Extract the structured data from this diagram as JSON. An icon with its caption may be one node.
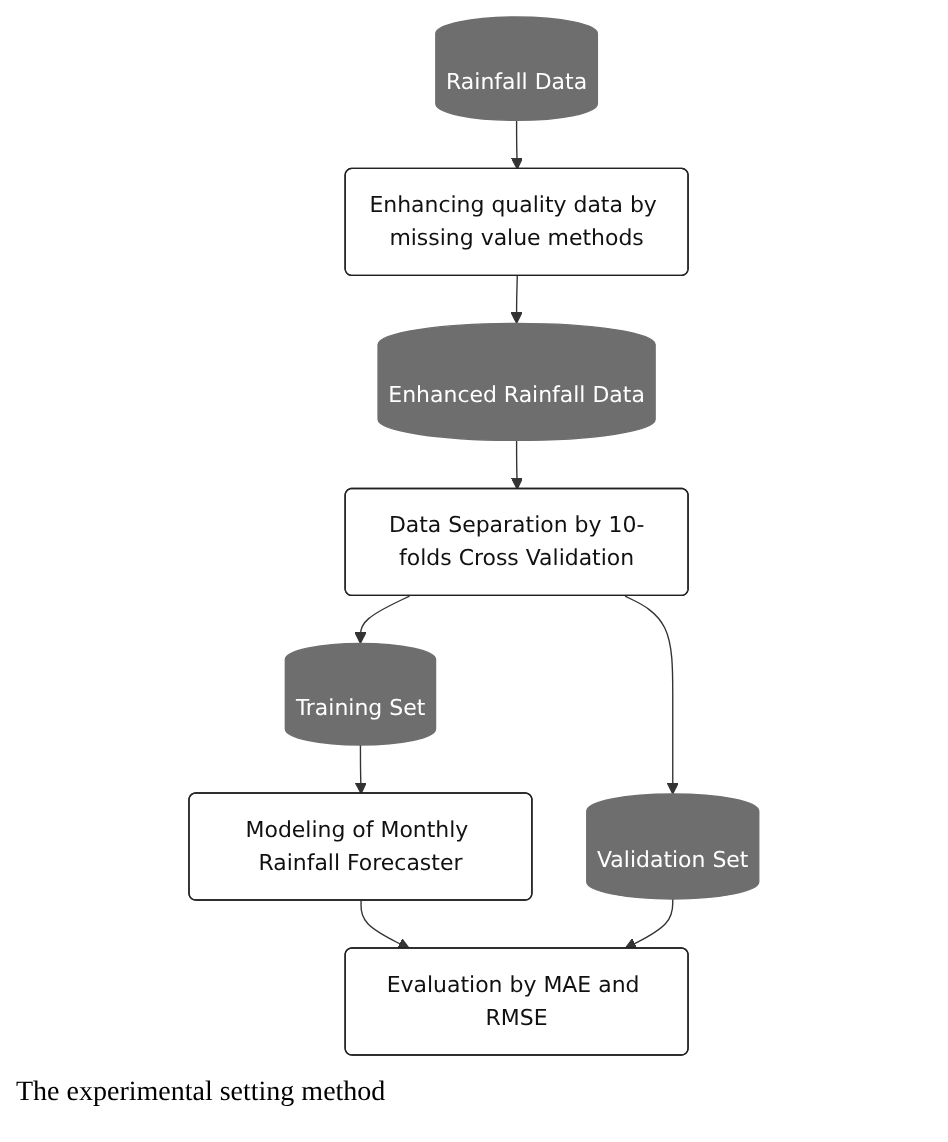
{
  "diagram": {
    "caption": "The experimental setting method",
    "nodes": [
      {
        "text": [
          "Rainfall Data"
        ]
      },
      {
        "text": [
          "Enhancing quality data by missing value methods"
        ]
      },
      {
        "text": [
          "Enhanced Rainfall Data"
        ]
      },
      {
        "text": [
          "Data Separation by 10-folds Cross Validation"
        ]
      },
      {
        "text": [
          "Validation Set"
        ]
      },
      {
        "text": [
          "Training Set"
        ]
      },
      {
        "text": [
          "Modeling of Monthly Rainfall Forecaster"
        ]
      },
      {
        "text": [
          "Evaluation by MAE and RMSE"
        ]
      }
    ],
    "edges": [
      {
        "from": 0,
        "to": 1,
        "arrow": "to"
      },
      {
        "from": 1,
        "to": 2,
        "arrow": "to"
      },
      {
        "from": 2,
        "to": 3,
        "arrow": "to"
      },
      {
        "from": 3,
        "to": 4,
        "arrow": "to"
      },
      {
        "from": 3,
        "to": 5,
        "arrow": "to"
      },
      {
        "from": 5,
        "to": 6,
        "arrow": "to"
      },
      {
        "from": 6,
        "to": 7,
        "arrow": "to"
      },
      {
        "from": 4,
        "to": 7,
        "arrow": "to"
      }
    ]
  }
}
